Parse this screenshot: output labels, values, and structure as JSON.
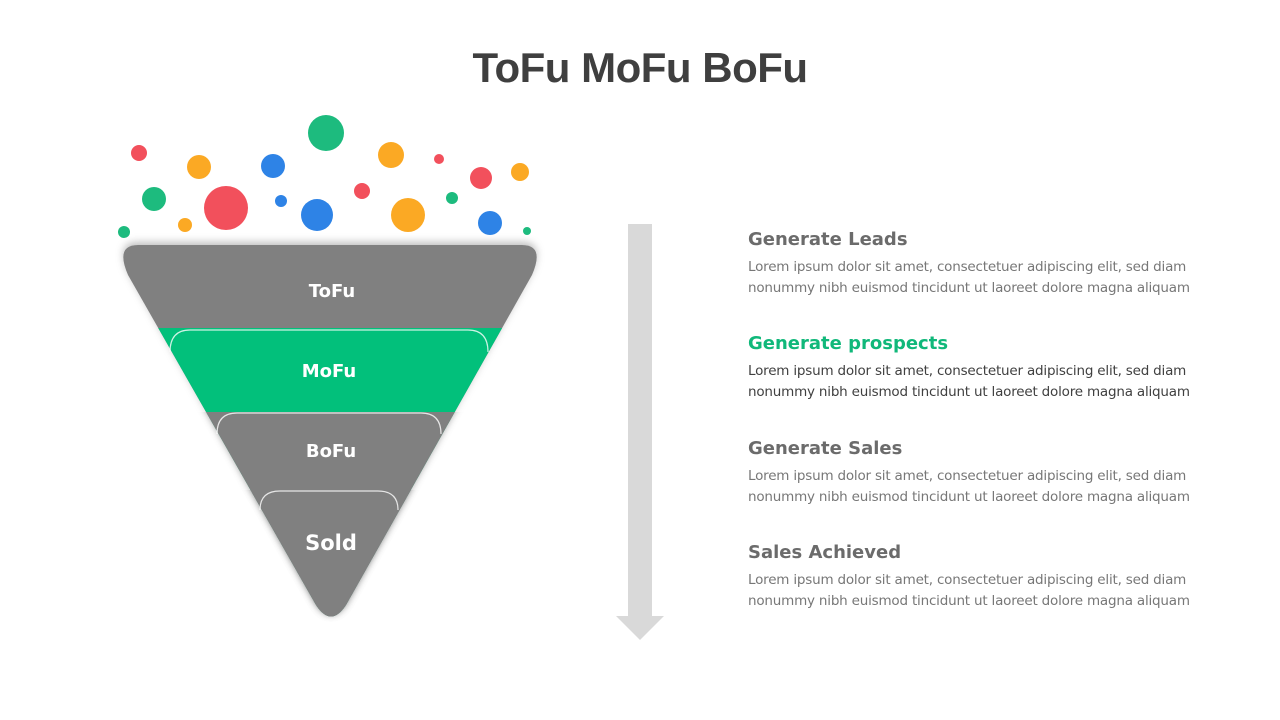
{
  "title": "ToFu MoFu BoFu",
  "colors": {
    "gray": "#808080",
    "green": "#02c07b",
    "arrow": "#d9d9d9",
    "dot_red": "#f2505c",
    "dot_orange": "#fba924",
    "dot_blue": "#2e83e6",
    "dot_green": "#1dbb7e"
  },
  "funnel": {
    "stages": [
      {
        "label": "ToFu",
        "color": "gray"
      },
      {
        "label": "MoFu",
        "color": "green"
      },
      {
        "label": "BoFu",
        "color": "gray"
      },
      {
        "label": "Sold",
        "color": "gray"
      }
    ]
  },
  "steps": [
    {
      "heading": "Generate Leads",
      "text_line1": "Lorem ipsum dolor sit amet, consectetuer adipiscing elit, sed diam",
      "text_line2": "nonummy nibh euismod tincidunt ut laoreet dolore magna aliquam"
    },
    {
      "heading": "Generate prospects",
      "text_line1": "Lorem ipsum dolor sit amet, consectetuer adipiscing elit, sed diam",
      "text_line2": "nonummy nibh euismod tincidunt ut laoreet dolore magna aliquam"
    },
    {
      "heading": "Generate Sales",
      "text_line1": "Lorem ipsum dolor sit amet, consectetuer adipiscing elit, sed diam",
      "text_line2": "nonummy nibh euismod tincidunt ut laoreet dolore magna aliquam"
    },
    {
      "heading": "Sales Achieved",
      "text_line1": "Lorem ipsum dolor sit amet, consectetuer adipiscing elit, sed diam",
      "text_line2": "nonummy nibh euismod tincidunt ut laoreet dolore magna aliquam"
    }
  ]
}
